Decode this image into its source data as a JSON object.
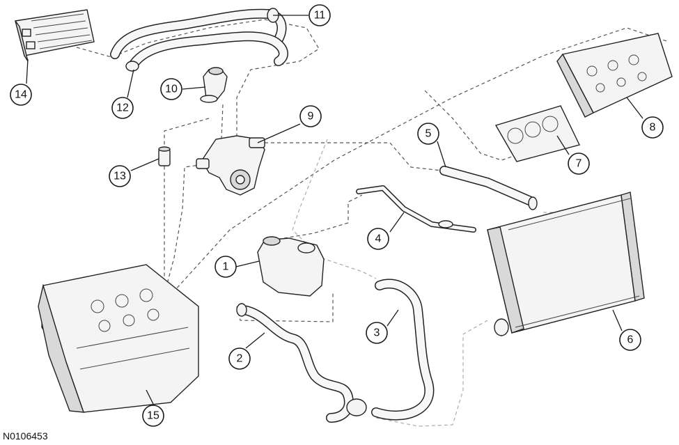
{
  "figure_id": "N0106453",
  "callouts": [
    "1",
    "2",
    "3",
    "4",
    "5",
    "6",
    "7",
    "8",
    "9",
    "10",
    "11",
    "12",
    "13",
    "14",
    "15"
  ]
}
